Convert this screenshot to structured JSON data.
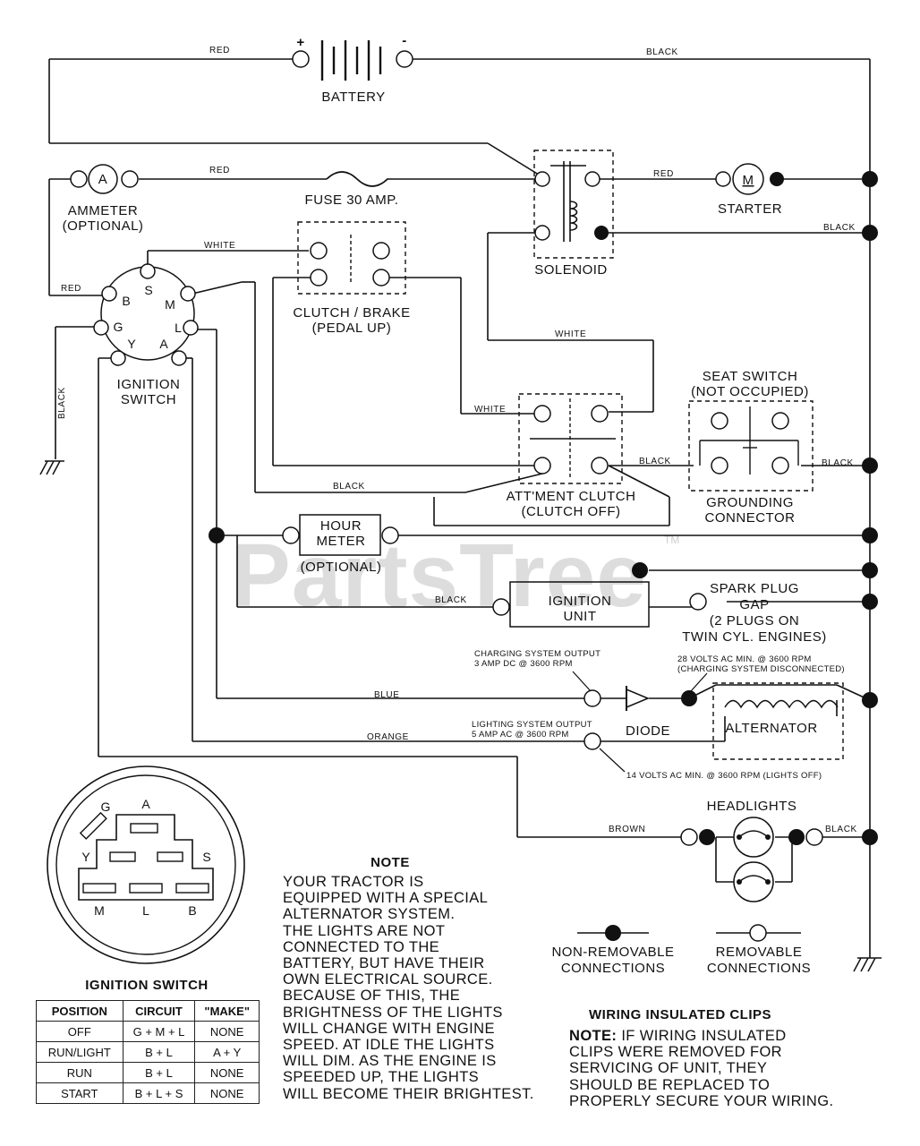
{
  "battery": {
    "label": "BATTERY",
    "plus": "+",
    "minus": "-"
  },
  "components": {
    "ammeter": {
      "symbol": "A",
      "label": "AMMETER",
      "sub": "(OPTIONAL)"
    },
    "fuse": "FUSE 30 AMP.",
    "starter": {
      "symbol": "M",
      "label": "STARTER"
    },
    "solenoid": "SOLENOID",
    "clutch_brake": {
      "label": "CLUTCH / BRAKE",
      "sub": "(PEDAL UP)"
    },
    "ignition_switch": {
      "label": "IGNITION",
      "sub": "SWITCH",
      "pins": [
        "B",
        "S",
        "M",
        "G",
        "L",
        "Y",
        "A"
      ]
    },
    "seat_switch": {
      "label": "SEAT SWITCH",
      "sub": "(NOT OCCUPIED)"
    },
    "grounding_connector": {
      "label": "GROUNDING",
      "sub": "CONNECTOR"
    },
    "attachment_clutch": {
      "label": "ATT'MENT CLUTCH",
      "sub": "(CLUTCH OFF)"
    },
    "hour_meter": {
      "label": "HOUR",
      "sub": "METER",
      "optional": "(OPTIONAL)"
    },
    "ignition_unit": {
      "label": "IGNITION",
      "sub": "UNIT"
    },
    "spark_plug": {
      "l1": "SPARK PLUG",
      "l2": "GAP",
      "l3": "(2 PLUGS ON",
      "l4": "TWIN CYL. ENGINES)"
    },
    "diode": "DIODE",
    "alternator": "ALTERNATOR",
    "headlights": "HEADLIGHTS"
  },
  "wires": {
    "red": "RED",
    "black": "BLACK",
    "white": "WHITE",
    "blue": "BLUE",
    "orange": "ORANGE",
    "brown": "BROWN"
  },
  "annotations": {
    "charging_output_1": "CHARGING SYSTEM OUTPUT",
    "charging_output_2": "3 AMP DC @ 3600 RPM",
    "volts28_1": "28 VOLTS AC MIN. @ 3600 RPM",
    "volts28_2": "(CHARGING SYSTEM DISCONNECTED)",
    "lighting_output_1": "LIGHTING SYSTEM OUTPUT",
    "lighting_output_2": "5 AMP AC @ 3600 RPM",
    "volts14": "14 VOLTS AC MIN. @ 3600 RPM (LIGHTS OFF)"
  },
  "legend": {
    "non_removable_1": "NON-REMOVABLE",
    "non_removable_2": "CONNECTIONS",
    "removable_1": "REMOVABLE",
    "removable_2": "CONNECTIONS"
  },
  "connector_pins": {
    "g": "G",
    "a": "A",
    "y": "Y",
    "s": "S",
    "m": "M",
    "l": "L",
    "b": "B"
  },
  "ignition_table": {
    "title": "IGNITION SWITCH",
    "headers": [
      "POSITION",
      "CIRCUIT",
      "\"MAKE\""
    ],
    "rows": [
      [
        "OFF",
        "G + M + L",
        "NONE"
      ],
      [
        "RUN/LIGHT",
        "B + L",
        "A + Y"
      ],
      [
        "RUN",
        "B + L",
        "NONE"
      ],
      [
        "START",
        "B + L + S",
        "NONE"
      ]
    ]
  },
  "note": {
    "title": "NOTE",
    "lines": [
      "YOUR TRACTOR IS",
      "EQUIPPED WITH A SPECIAL",
      "ALTERNATOR SYSTEM.",
      "THE LIGHTS ARE NOT",
      "CONNECTED TO THE",
      "BATTERY, BUT HAVE THEIR",
      "OWN ELECTRICAL SOURCE.",
      "BECAUSE OF THIS, THE",
      "BRIGHTNESS OF THE LIGHTS",
      "WILL CHANGE WITH ENGINE",
      "SPEED.  AT IDLE THE LIGHTS",
      "WILL DIM.  AS THE ENGINE IS",
      "SPEEDED UP, THE LIGHTS",
      "WILL BECOME THEIR BRIGHTEST."
    ]
  },
  "clips": {
    "title": "WIRING INSULATED CLIPS",
    "note_label": "NOTE:",
    "line1": " IF WIRING INSULATED",
    "lines": [
      "CLIPS WERE REMOVED FOR",
      "SERVICING OF UNIT, THEY",
      "SHOULD BE REPLACED TO",
      "PROPERLY SECURE YOUR WIRING."
    ]
  },
  "watermark": {
    "text": "PartsTree",
    "tm": "TM"
  }
}
